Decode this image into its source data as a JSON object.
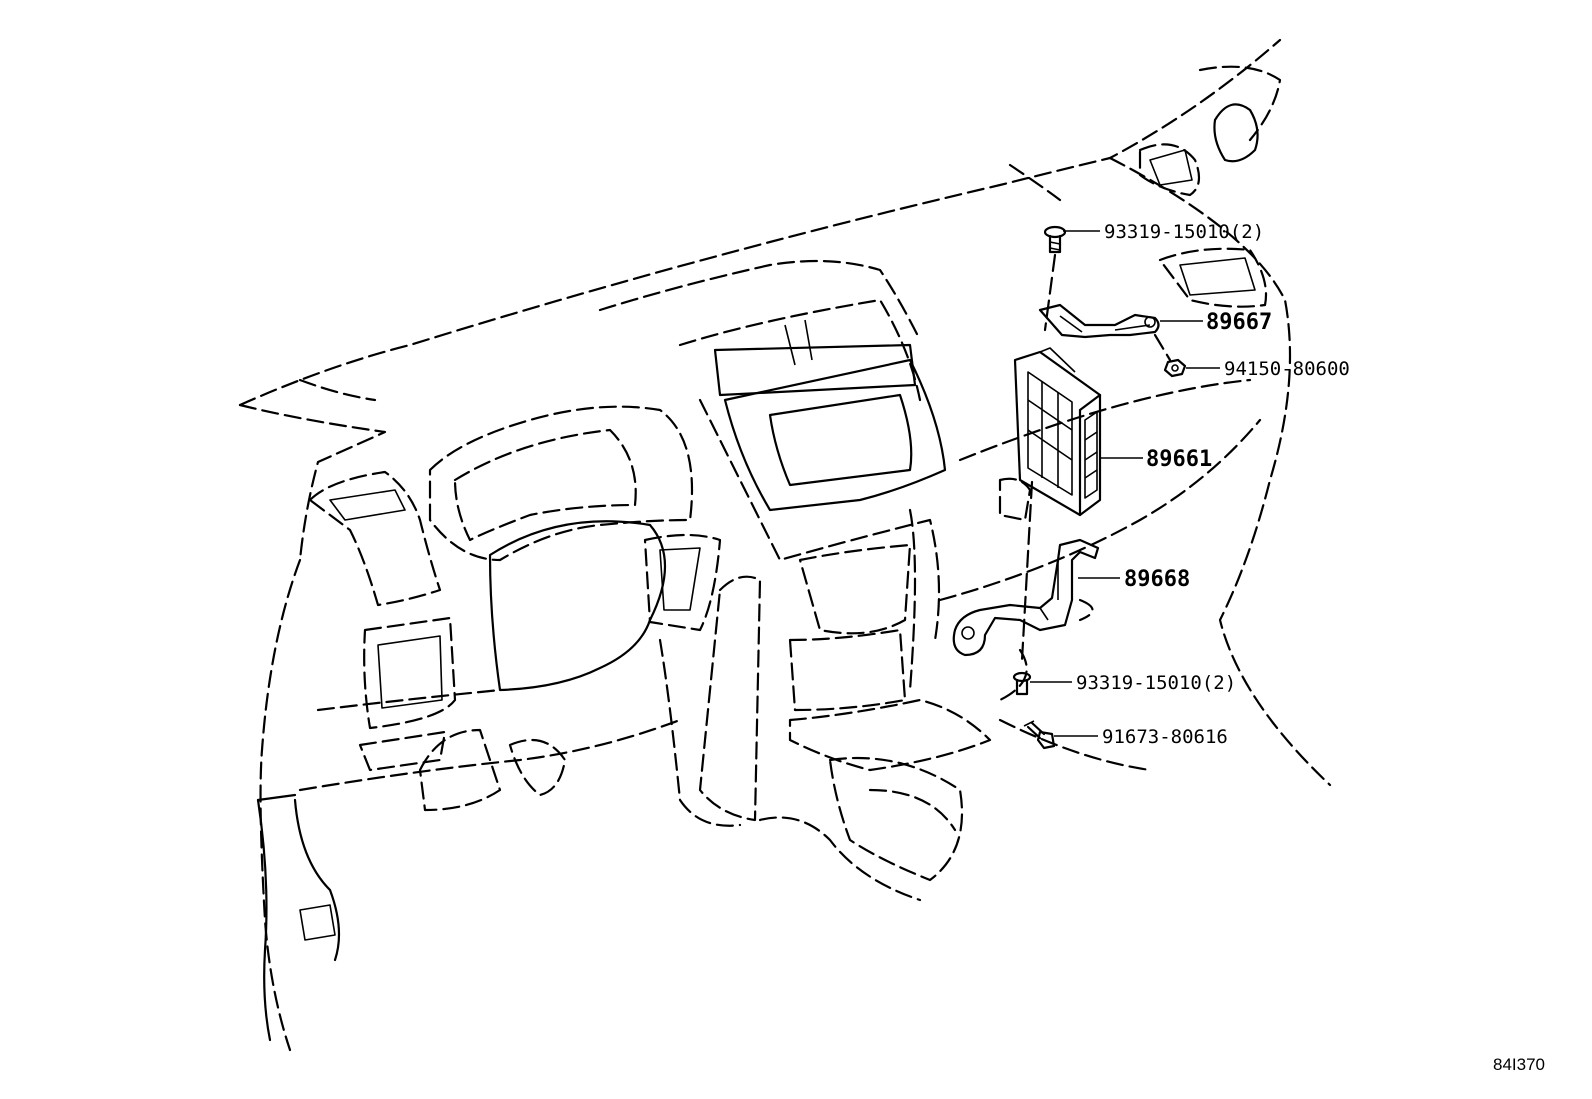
{
  "callouts": {
    "bolt_top": "93319-15010(2)",
    "bracket_upper": "89667",
    "nut": "94150-80600",
    "ecu": "89661",
    "bracket_lower": "89668",
    "bolt_lower": "93319-15010(2)",
    "bolt_bottom": "91673-80616"
  },
  "illustration_ref": "84I370"
}
